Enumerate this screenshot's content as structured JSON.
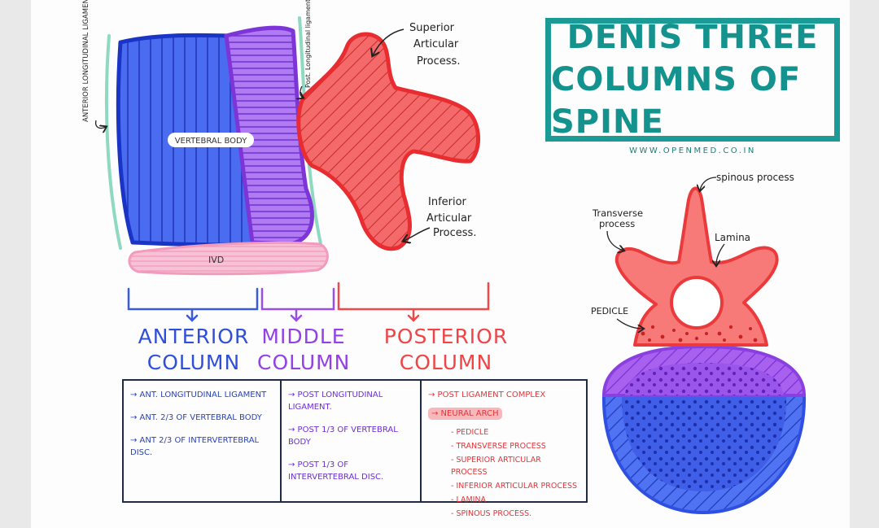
{
  "title": {
    "line1": "DENIS THREE",
    "line2": "COLUMNS OF SPINE"
  },
  "website": "WWW.OPENMED.CO.IN",
  "colors": {
    "anterior": "#3a5ae0",
    "middle": "#9a4ee8",
    "posterior": "#f0484a",
    "ivd": "#f6b2cc",
    "ligament": "#8fd9c0",
    "title": "#1b9a96",
    "table_border": "#1f2a44"
  },
  "sagittal_labels": {
    "anterior_ligament": "ANTERIOR LONGITUDINAL LIGAMENT:",
    "posterior_ligament": "Post. Longitudinal ligament:",
    "vertebral_body": "VERTEBRAL BODY",
    "ivd": "IVD",
    "superior_articular": [
      "Superior",
      "Articular",
      "Process."
    ],
    "inferior_articular": [
      "Inferior",
      "Articular",
      "Process."
    ]
  },
  "columns": [
    {
      "key": "anterior",
      "line1": "ANTERIOR",
      "line2": "COLUMN"
    },
    {
      "key": "middle",
      "line1": "MIDDLE",
      "line2": "COLUMN"
    },
    {
      "key": "posterior",
      "line1": "POSTERIOR",
      "line2": "COLUMN"
    }
  ],
  "table": {
    "anterior": [
      "→ ANT. LONGITUDINAL LIGAMENT",
      "→ ANT. 2/3 OF VERTEBRAL BODY",
      "→ ANT 2/3 OF INTERVERTEBRAL DISC."
    ],
    "middle": [
      "→ POST LONGITUDINAL LIGAMENT.",
      "→ POST 1/3 OF VERTEBRAL BODY",
      "→ POST 1/3 OF INTERVERTEBRAL DISC."
    ],
    "posterior": {
      "item1": "→ POST LIGAMENT COMPLEX",
      "item2": "→ NEURAL ARCH",
      "sub_items": [
        "- PEDICLE",
        "- TRANSVERSE PROCESS",
        "- SUPERIOR ARTICULAR PROCESS",
        "- INFERIOR ARTICULAR PROCESS",
        "- LAMINA",
        "- SPINOUS PROCESS."
      ]
    }
  },
  "axial_labels": {
    "spinous": "spinous process",
    "transverse": [
      "Transverse",
      "process"
    ],
    "lamina": "Lamina",
    "pedicle": "PEDICLE"
  }
}
